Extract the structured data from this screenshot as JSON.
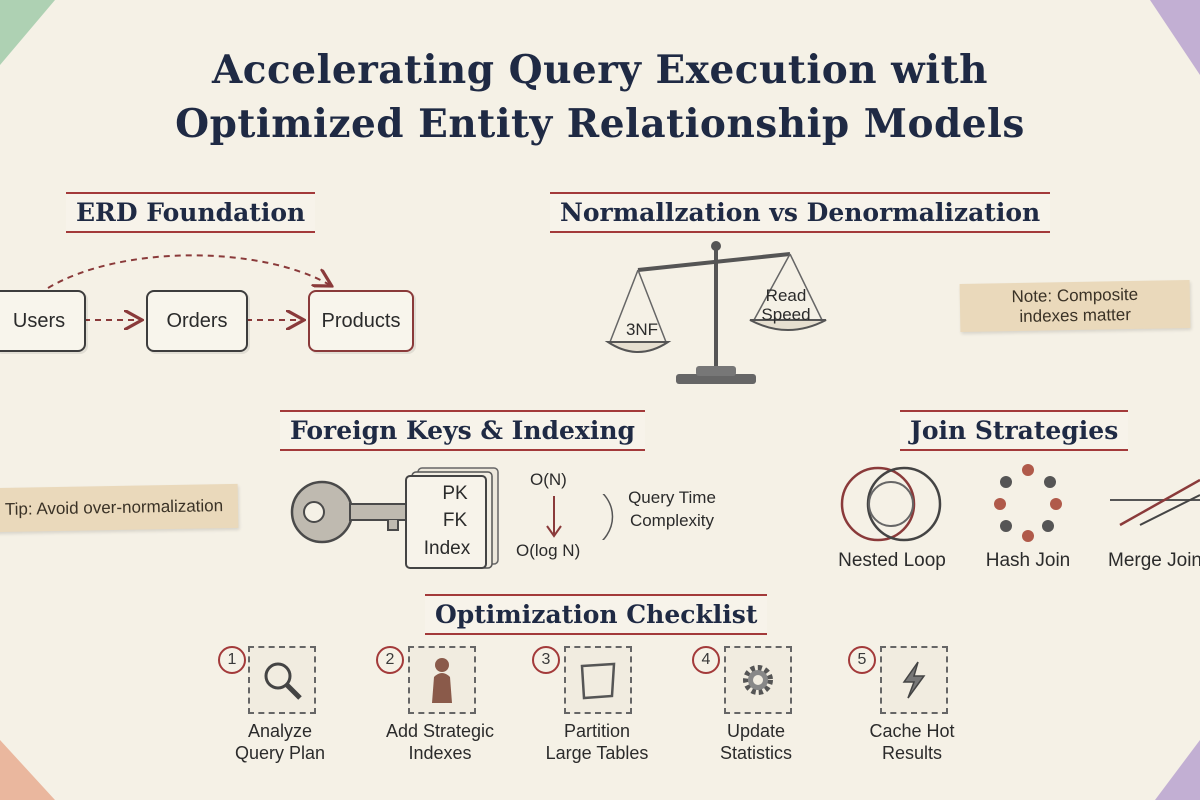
{
  "title": {
    "line1": "Accelerating Query Execution with",
    "line2": "Optimized Entity Relationship Models"
  },
  "erd": {
    "heading": "ERD Foundation",
    "nodes": [
      "Users",
      "Orders",
      "Products"
    ]
  },
  "normalization": {
    "heading": "Normallzation vs Denormalization",
    "left_pan": "3NF",
    "right_pan_line1": "Read",
    "right_pan_line2": "Speed"
  },
  "note": {
    "line1": "Note: Composite",
    "line2": "indexes matter"
  },
  "tip": {
    "text": "Tip: Avoid over-normalization"
  },
  "foreign_keys": {
    "heading": "Foreign Keys & Indexing",
    "card_lines": [
      "PK",
      "FK",
      "Index"
    ],
    "complexity_from": "O(N)",
    "complexity_to": "O(log N)",
    "complexity_label_line1": "Query Time",
    "complexity_label_line2": "Complexity"
  },
  "joins": {
    "heading": "Join Strategies",
    "items": [
      "Nested Loop",
      "Hash Join",
      "Merge Join"
    ]
  },
  "checklist": {
    "heading": "Optimization Checklist",
    "steps": [
      {
        "num": "1",
        "icon": "magnifier-icon",
        "line1": "Analyze",
        "line2": "Query Plan"
      },
      {
        "num": "2",
        "icon": "person-icon",
        "line1": "Add Strategic",
        "line2": "Indexes"
      },
      {
        "num": "3",
        "icon": "table-partition-icon",
        "line1": "Partition",
        "line2": "Large Tables"
      },
      {
        "num": "4",
        "icon": "gear-icon",
        "line1": "Update",
        "line2": "Statistics"
      },
      {
        "num": "5",
        "icon": "lightning-icon",
        "line1": "Cache Hot",
        "line2": "Results"
      }
    ]
  },
  "colors": {
    "accent": "#a33a3a",
    "title": "#1f2a44",
    "paper": "#f5f1e6",
    "tape": "#ead9bb"
  }
}
